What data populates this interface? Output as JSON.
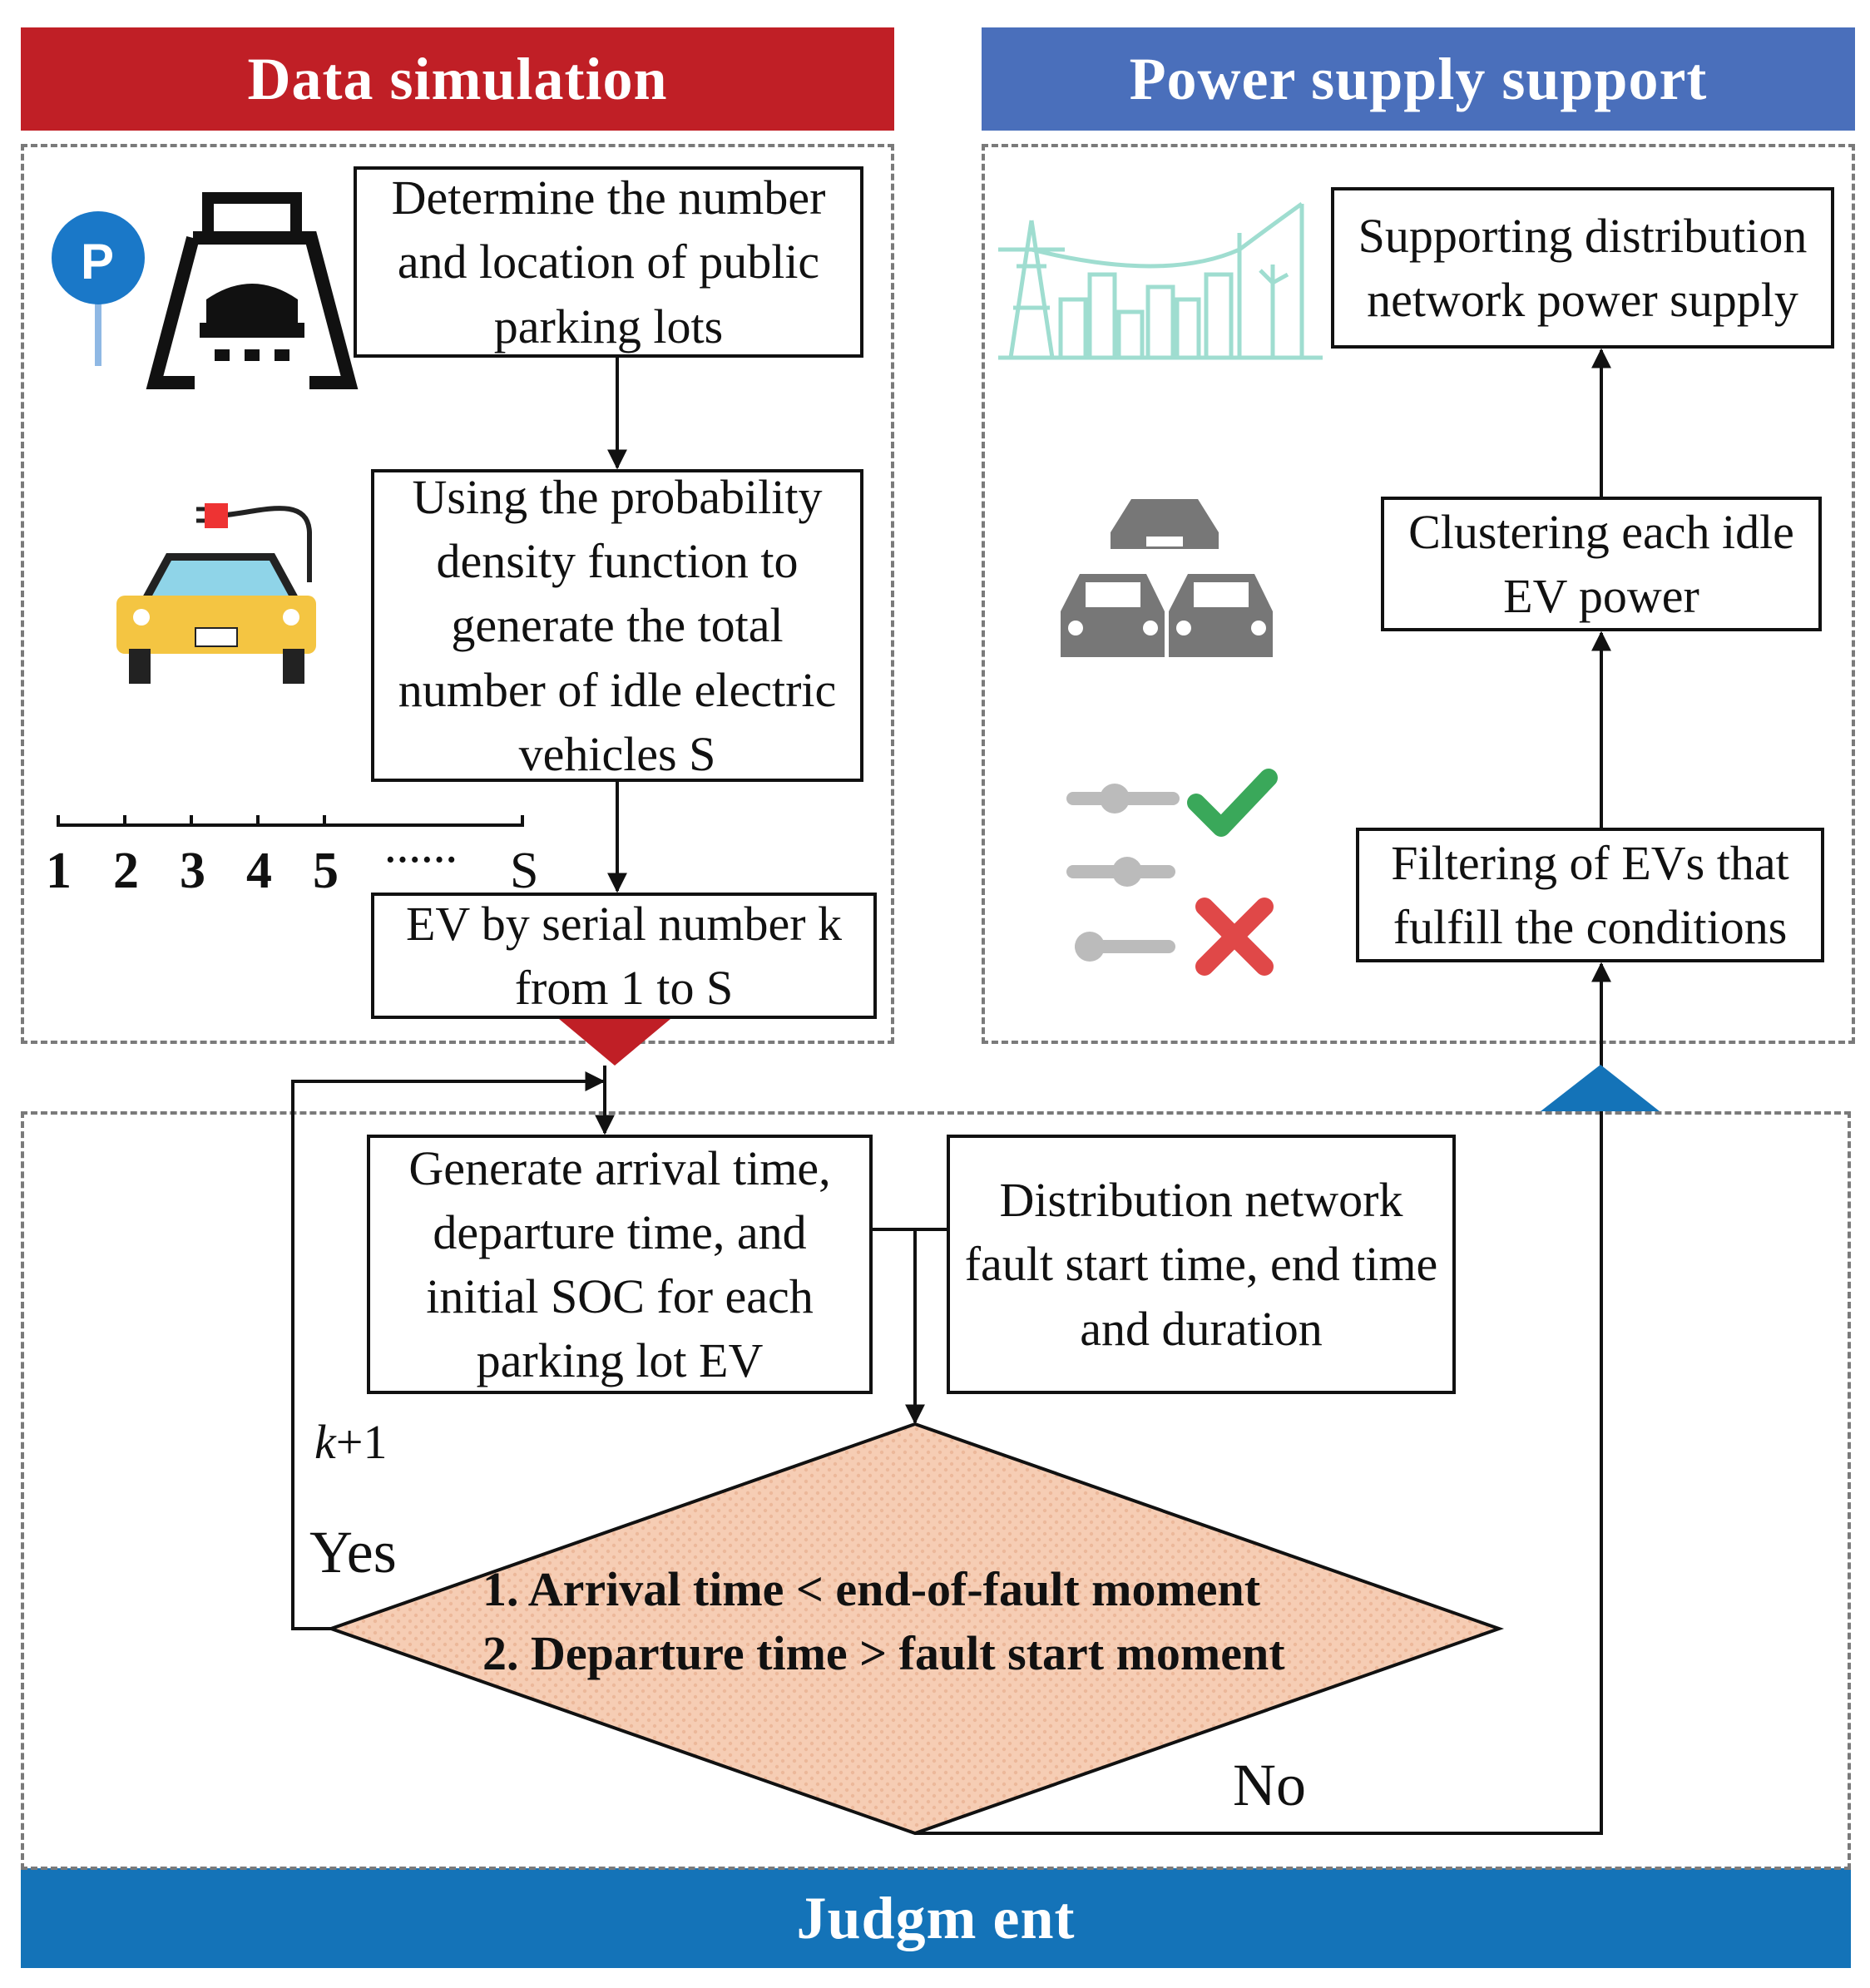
{
  "headers": {
    "data_simulation": "Data simulation",
    "power_supply_support": "Power supply support",
    "judgment": "Judgm ent"
  },
  "colors": {
    "red_banner": "#c01f26",
    "blue_banner": "#4a6fbb",
    "judgment_banner": "#1473b8",
    "diamond_fill": "#f6cdb4"
  },
  "boxes": {
    "determine": "Determine the number and location of public parking lots",
    "probability": "Using the probability density function to generate the total number of idle electric vehicles S",
    "serial": "EV by serial number k from 1 to S",
    "generate": "Generate arrival time, departure time, and initial SOC for each parking lot EV",
    "fault": "Distribution network fault start time, end time and duration",
    "supporting": "Supporting distribution network power supply",
    "clustering": "Clustering each idle EV power",
    "filtering": "Filtering of EVs that fulfill the conditions"
  },
  "condition": {
    "line1": "1. Arrival time < end-of-fault moment",
    "line2": "2. Departure time > fault start moment"
  },
  "labels": {
    "k_plus_1_k": "k",
    "k_plus_1_rest": "+1",
    "yes": "Yes",
    "no": "No"
  },
  "number_line": {
    "ticks": [
      "1",
      "2",
      "3",
      "4",
      "5",
      "······",
      "S"
    ]
  },
  "icons": [
    "parking-lot-icon",
    "electric-car-icon",
    "number-line-icon",
    "power-grid-icon",
    "cars-cluster-icon",
    "filter-check-icon"
  ]
}
